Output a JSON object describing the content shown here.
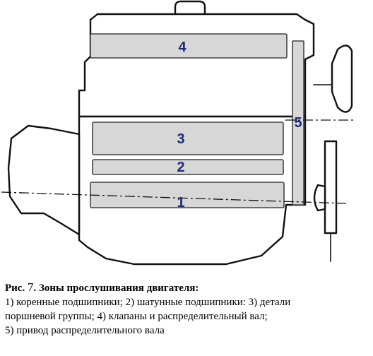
{
  "figure": {
    "zone_color": "#d7d7d7",
    "label_color": "#1e2a78",
    "zones": [
      {
        "id": "zone-1",
        "label": "1"
      },
      {
        "id": "zone-2",
        "label": "2"
      },
      {
        "id": "zone-3",
        "label": "3"
      },
      {
        "id": "zone-4",
        "label": "4"
      },
      {
        "id": "zone-5",
        "label": "5"
      }
    ]
  },
  "caption": {
    "prefix": "Рис.",
    "number": "7",
    "title": ". Зоны прослушивания двигателя:",
    "line1": "1) коренные подшипники; 2) шатунные подшипники: 3) детали",
    "line2": "поршневой группы; 4) клапаны и распределительный вал;",
    "line3": "5) привод распределительного вала"
  }
}
